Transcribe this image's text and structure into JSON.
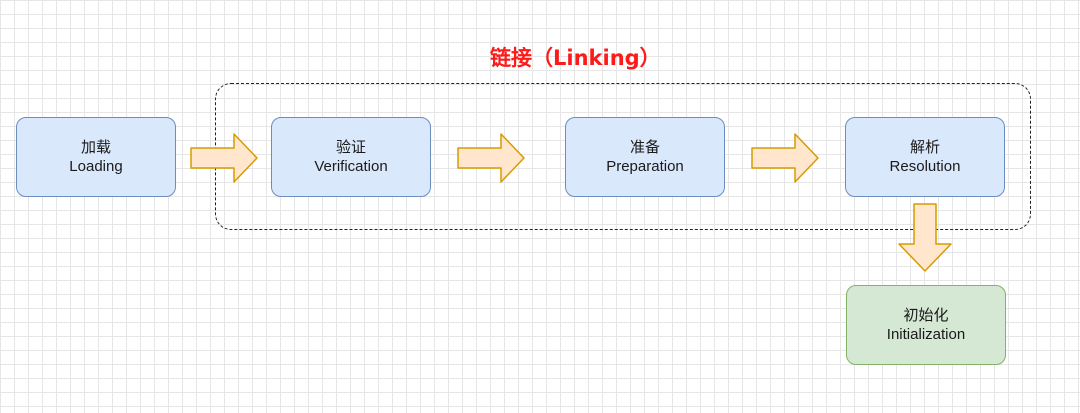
{
  "diagram": {
    "group": {
      "title": "链接（Linking）"
    },
    "nodes": [
      {
        "id": "loading",
        "zh": "加载",
        "en": "Loading"
      },
      {
        "id": "verification",
        "zh": "验证",
        "en": "Verification"
      },
      {
        "id": "preparation",
        "zh": "准备",
        "en": "Preparation"
      },
      {
        "id": "resolution",
        "zh": "解析",
        "en": "Resolution"
      },
      {
        "id": "initialization",
        "zh": "初始化",
        "en": "Initialization"
      }
    ],
    "colors": {
      "group_title": "#ff1a1a",
      "process_fill": "#dae8fc",
      "process_border": "#6c8ebf",
      "final_fill": "#d5e8d4",
      "final_border": "#82b366",
      "arrow_fill": "#ffe6cc",
      "arrow_border": "#d79b00"
    }
  }
}
